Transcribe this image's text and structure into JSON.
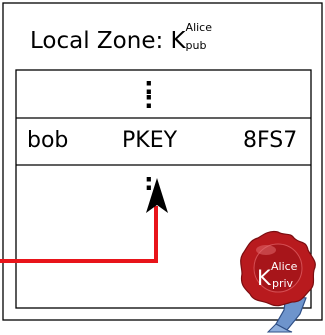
{
  "zone": {
    "title": "Local Zone:",
    "key_symbol": "K",
    "key_superscript": "Alice",
    "key_subscript": "pub"
  },
  "record": {
    "name": "bob",
    "type": "PKEY",
    "value": "8FS7"
  },
  "ellipsis": ":",
  "seal": {
    "key_symbol": "K",
    "key_superscript": "Alice",
    "key_subscript": "priv"
  },
  "colors": {
    "arrow": "#e8141a",
    "seal": "#b81a1e",
    "ribbon": "#6e94cc"
  }
}
